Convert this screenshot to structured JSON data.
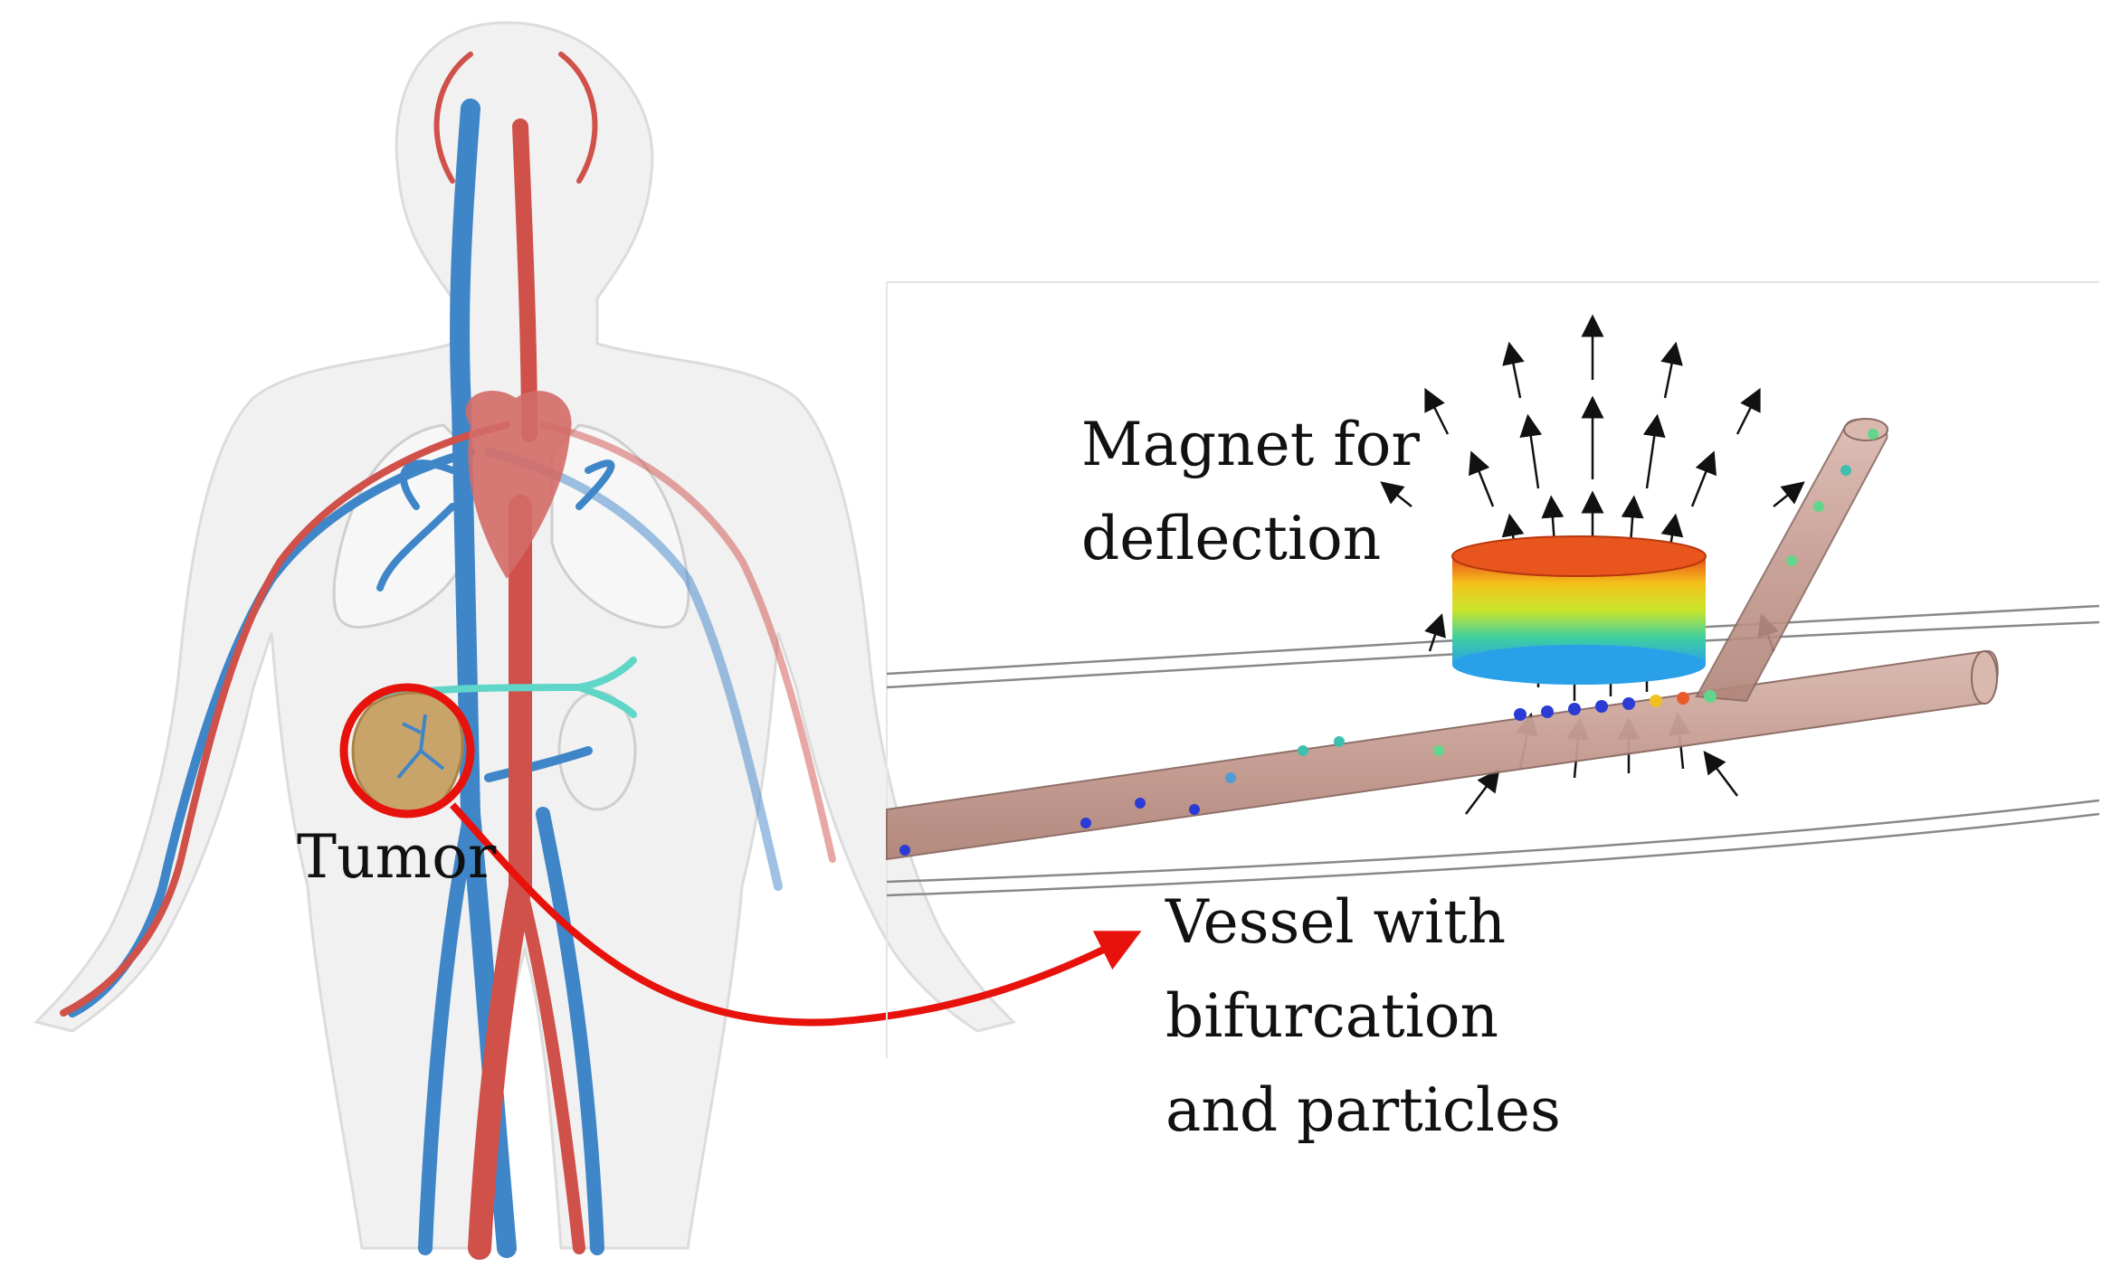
{
  "labels": {
    "tumor": "Tumor",
    "magnet_line1": "Magnet for",
    "magnet_line2": "deflection",
    "vessel_line1": "Vessel with",
    "vessel_line2": "bifurcation",
    "vessel_line3": "and particles"
  },
  "colors": {
    "artery": "#d0504a",
    "vein": "#3f86c9",
    "lymph": "#5fd6c8",
    "tumor": "#c8a46b",
    "highlight": "#e8120c",
    "vessel_tube": "#c9a39a",
    "particle": "#2a3bd6"
  },
  "icons": {
    "body": "human-circulatory-system-illustration",
    "arrow": "curved-red-arrow",
    "magnet": "cylindrical-magnet-colormap",
    "field": "magnetic-field-arrows"
  }
}
